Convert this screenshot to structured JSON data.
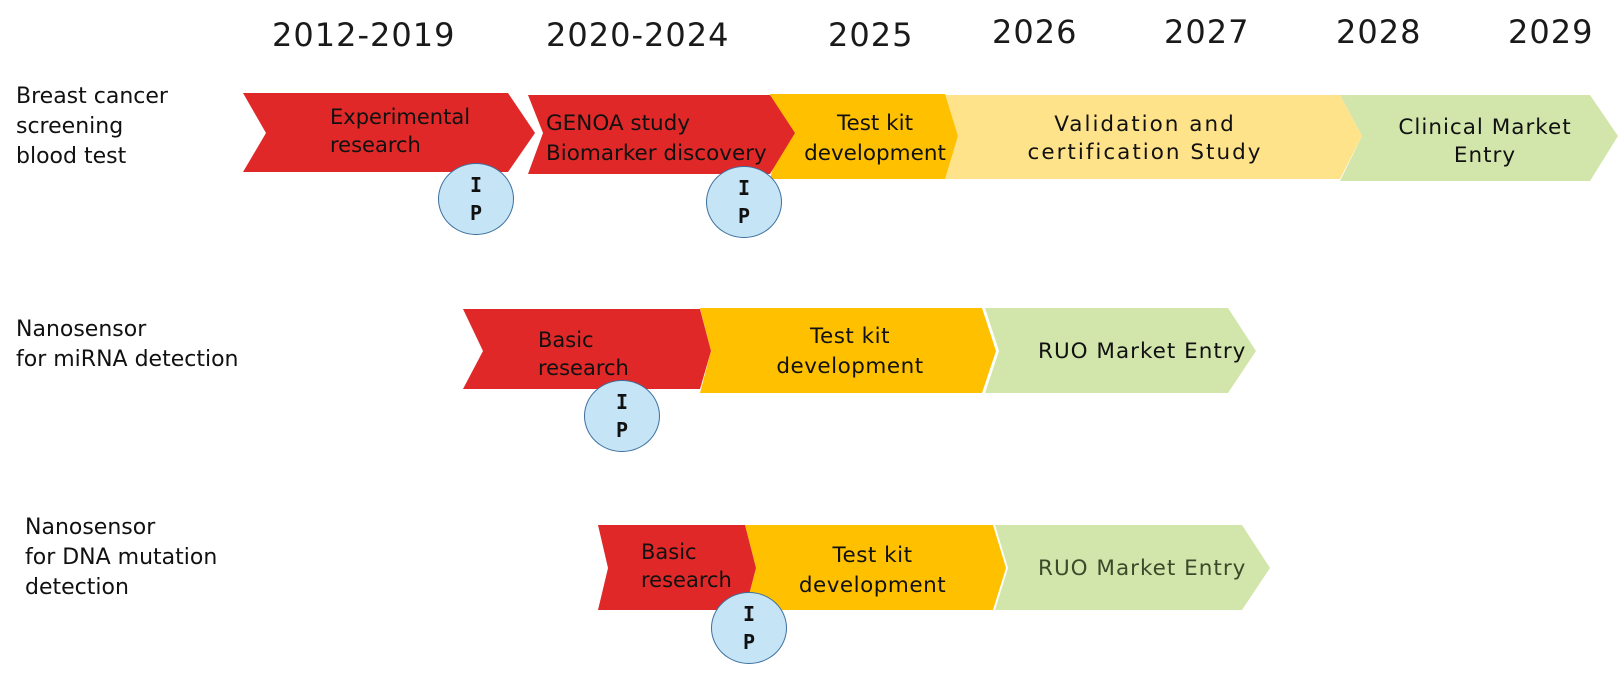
{
  "years": [
    "2012-2019",
    "2020-2024",
    "2025",
    "2026",
    "2027",
    "2028",
    "2029"
  ],
  "rows": [
    {
      "label_lines": [
        "Breast cancer",
        "screening",
        "blood test"
      ],
      "stages": [
        {
          "lines": [
            "Experimental",
            "research"
          ],
          "color": "#e02828"
        },
        {
          "lines": [
            "GENOA study",
            "Biomarker discovery"
          ],
          "color": "#e02828"
        },
        {
          "lines": [
            "Test kit",
            "development"
          ],
          "color": "#ffc000"
        },
        {
          "lines": [
            "Validation and",
            "certification Study"
          ],
          "color": "#ffe38a"
        },
        {
          "lines": [
            "Clinical Market",
            "Entry"
          ],
          "color": "#d2e6ab"
        }
      ]
    },
    {
      "label_lines": [
        "Nanosensor",
        "for miRNA detection"
      ],
      "stages": [
        {
          "lines": [
            "Basic",
            "research"
          ],
          "color": "#e02828"
        },
        {
          "lines": [
            "Test kit",
            "development"
          ],
          "color": "#ffc000"
        },
        {
          "lines": [
            "RUO Market Entry"
          ],
          "color": "#d2e6ab"
        }
      ]
    },
    {
      "label_lines": [
        "Nanosensor",
        "for DNA mutation",
        "detection"
      ],
      "stages": [
        {
          "lines": [
            "Basic",
            "research"
          ],
          "color": "#e02828"
        },
        {
          "lines": [
            "Test kit",
            "development"
          ],
          "color": "#ffc000"
        },
        {
          "lines": [
            "RUO Market Entry"
          ],
          "color": "#d2e6ab"
        }
      ]
    }
  ],
  "ip_badge": [
    "I",
    "P"
  ],
  "colors": {
    "red": "#e02828",
    "orange": "#ffc000",
    "light_yellow": "#ffe38a",
    "light_green": "#d2e6ab",
    "ip_fill": "#c5e4f5",
    "ip_border": "#3c6f9e"
  }
}
